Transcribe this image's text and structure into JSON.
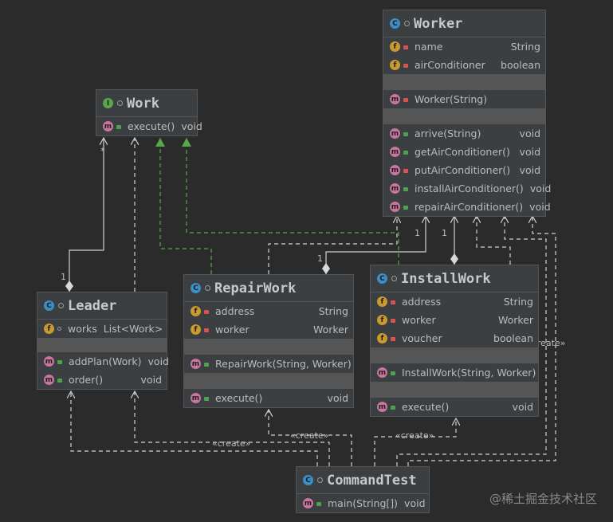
{
  "classes": {
    "worker": {
      "kind": "C",
      "name": "Worker",
      "fields": [
        {
          "name": "name",
          "type": "String"
        },
        {
          "name": "airConditioner",
          "type": "boolean"
        }
      ],
      "constructors": [
        {
          "name": "Worker(String)",
          "type": ""
        }
      ],
      "methods": [
        {
          "name": "arrive(String)",
          "type": "void"
        },
        {
          "name": "getAirConditioner()",
          "type": "void"
        },
        {
          "name": "putAirConditioner()",
          "type": "void"
        },
        {
          "name": "installAirConditioner()",
          "type": "void"
        },
        {
          "name": "repairAirConditioner()",
          "type": "void"
        }
      ]
    },
    "work": {
      "kind": "I",
      "name": "Work",
      "methods": [
        {
          "name": "execute()",
          "type": "void"
        }
      ]
    },
    "leader": {
      "kind": "C",
      "name": "Leader",
      "fields": [
        {
          "name": "works",
          "type": "List<Work>"
        }
      ],
      "methods": [
        {
          "name": "addPlan(Work)",
          "type": "void"
        },
        {
          "name": "order()",
          "type": "void"
        }
      ]
    },
    "repairwork": {
      "kind": "C",
      "name": "RepairWork",
      "fields": [
        {
          "name": "address",
          "type": "String"
        },
        {
          "name": "worker",
          "type": "Worker"
        }
      ],
      "constructors": [
        {
          "name": "RepairWork(String, Worker)",
          "type": ""
        }
      ],
      "methods": [
        {
          "name": "execute()",
          "type": "void"
        }
      ]
    },
    "installwork": {
      "kind": "C",
      "name": "InstallWork",
      "fields": [
        {
          "name": "address",
          "type": "String"
        },
        {
          "name": "worker",
          "type": "Worker"
        },
        {
          "name": "voucher",
          "type": "boolean"
        }
      ],
      "constructors": [
        {
          "name": "InstallWork(String, Worker)",
          "type": ""
        }
      ],
      "methods": [
        {
          "name": "execute()",
          "type": "void"
        }
      ]
    },
    "commandtest": {
      "kind": "C",
      "name": "CommandTest",
      "methods": [
        {
          "name": "main(String[])",
          "type": "void"
        }
      ]
    }
  },
  "edge_labels": {
    "star": "*",
    "one": "1",
    "create": "«create»"
  },
  "watermark": "@稀土掘金技术社区",
  "colors": {
    "background": "#2b2b2b",
    "box": "#3c3f41",
    "line": "#cfcfcf",
    "realization": "#5aa64a"
  }
}
